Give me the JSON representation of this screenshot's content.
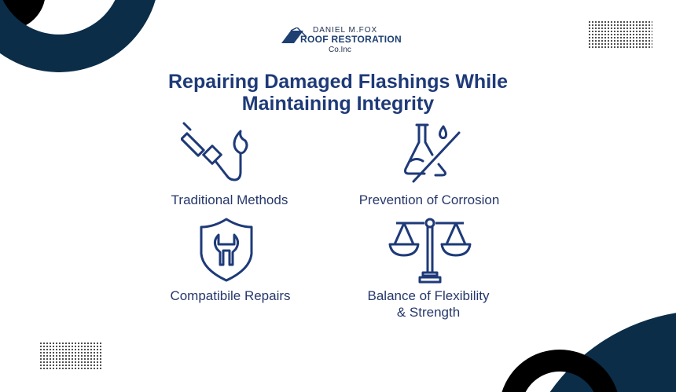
{
  "logo": {
    "line1": "DANIEL M.FOX",
    "line2": "ROOF RESTORATION",
    "line3": "Co.Inc"
  },
  "title": {
    "line1": "Repairing Damaged Flashings While",
    "line2": "Maintaining Integrity"
  },
  "items": [
    {
      "label": "Traditional Methods",
      "icon": "soldering-iron-icon"
    },
    {
      "label": "Prevention of Corrosion",
      "icon": "no-chemical-flask-icon"
    },
    {
      "label": "Compatibile Repairs",
      "icon": "shield-wrench-icon"
    },
    {
      "label_line1": "Balance of Flexibility",
      "label_line2": "& Strength",
      "icon": "balance-scale-icon"
    }
  ],
  "colors": {
    "navy": "#0b2d48",
    "text": "#1e3a78",
    "black": "#000000"
  }
}
